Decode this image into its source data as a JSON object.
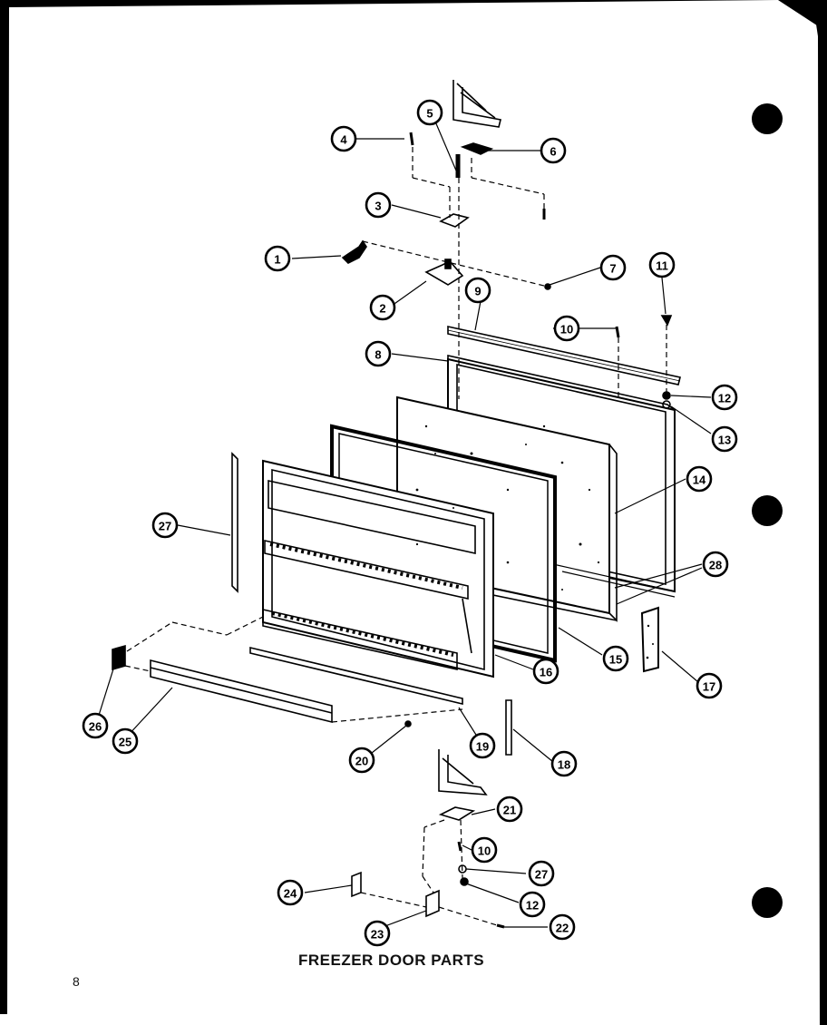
{
  "caption": "FREEZER DOOR PARTS",
  "page_number": "8",
  "callouts": [
    "1",
    "2",
    "3",
    "4",
    "5",
    "6",
    "7",
    "8",
    "9",
    "10",
    "11",
    "12",
    "13",
    "14",
    "15",
    "16",
    "17",
    "18",
    "19",
    "20",
    "21",
    "22",
    "23",
    "24",
    "25",
    "26",
    "27",
    "28"
  ]
}
